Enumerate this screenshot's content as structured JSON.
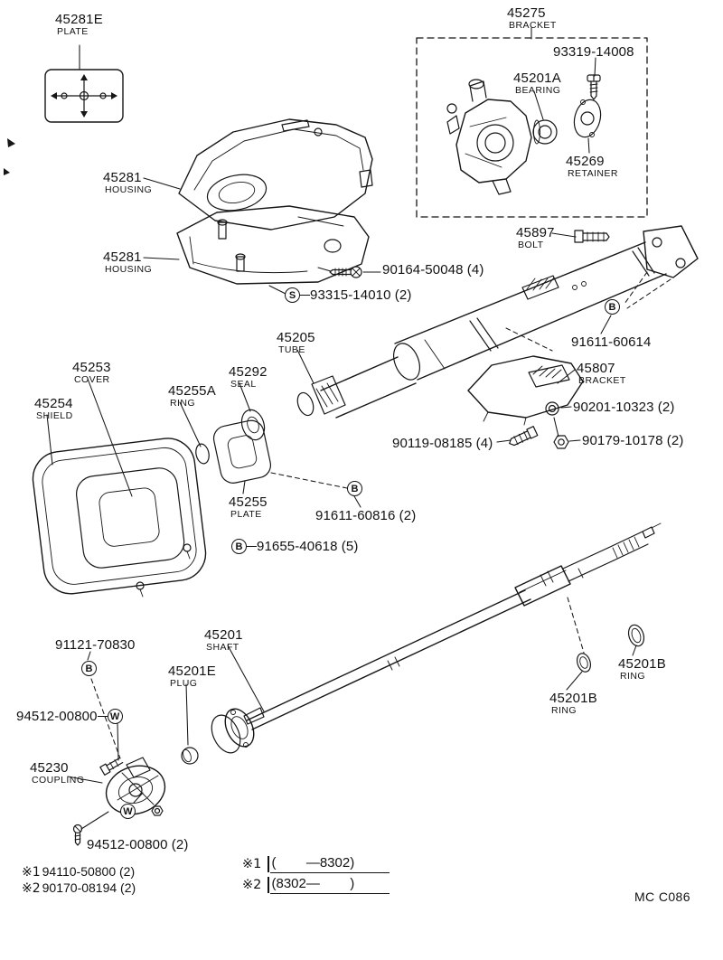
{
  "doc": {
    "code": "MC C086"
  },
  "labels": {
    "plate_top": {
      "part": "45281E",
      "desc": "PLATE"
    },
    "bracket_top": {
      "part": "45275",
      "desc": "BRACKET"
    },
    "screw_93319": {
      "text": "93319-14008"
    },
    "bearing": {
      "part": "45201A",
      "desc": "BEARING"
    },
    "retainer": {
      "part": "45269",
      "desc": "RETAINER"
    },
    "housing_a": {
      "part": "45281",
      "desc": "HOUSING"
    },
    "housing_b": {
      "part": "45281",
      "desc": "HOUSING"
    },
    "bolt_45897": {
      "part": "45897",
      "desc": "BOLT"
    },
    "p90164": {
      "text": "90164-50048 (4)"
    },
    "p93315": {
      "letter": "S",
      "text": "93315-14010 (2)"
    },
    "tube": {
      "part": "45205",
      "desc": "TUBE"
    },
    "p91611a": {
      "letter": "B",
      "text": "91611-60614"
    },
    "bracket_45807": {
      "part": "45807",
      "desc": "BRACKET"
    },
    "cover": {
      "part": "45253",
      "desc": "COVER"
    },
    "shield": {
      "part": "45254",
      "desc": "SHIELD"
    },
    "ring_a": {
      "part": "45255A",
      "desc": "RING"
    },
    "seal": {
      "part": "45292",
      "desc": "SEAL"
    },
    "p90201": {
      "text": "90201-10323 (2)"
    },
    "p90119": {
      "text": "90119-08185 (4)"
    },
    "p90179": {
      "text": "90179-10178 (2)"
    },
    "plate_45255": {
      "part": "45255",
      "desc": "PLATE"
    },
    "p91611b": {
      "letter": "B",
      "text": "91611-60816 (2)"
    },
    "p91655": {
      "letter": "B",
      "text": "91655-40618 (5)"
    },
    "p91121": {
      "letter": "B",
      "text": "91121-70830"
    },
    "shaft": {
      "part": "45201",
      "desc": "SHAFT"
    },
    "plug": {
      "part": "45201E",
      "desc": "PLUG"
    },
    "ring_b1": {
      "part": "45201B",
      "desc": "RING"
    },
    "ring_b2": {
      "part": "45201B",
      "desc": "RING"
    },
    "p94512a": {
      "text": "94512-00800",
      "letter": "W"
    },
    "coupling": {
      "part": "45230",
      "desc": "COUPLING"
    },
    "w_solo": {
      "letter": "W"
    },
    "p94512b": {
      "text": "94512-00800 (2)"
    },
    "note1": {
      "mark": "※1",
      "text": "94110-50800 (2)"
    },
    "note2": {
      "mark": "※2",
      "text": "90170-08194 (2)"
    },
    "spec1": {
      "mark": "※1",
      "text": "(        —8302)"
    },
    "spec2": {
      "mark": "※2",
      "text": "(8302—        )"
    }
  }
}
